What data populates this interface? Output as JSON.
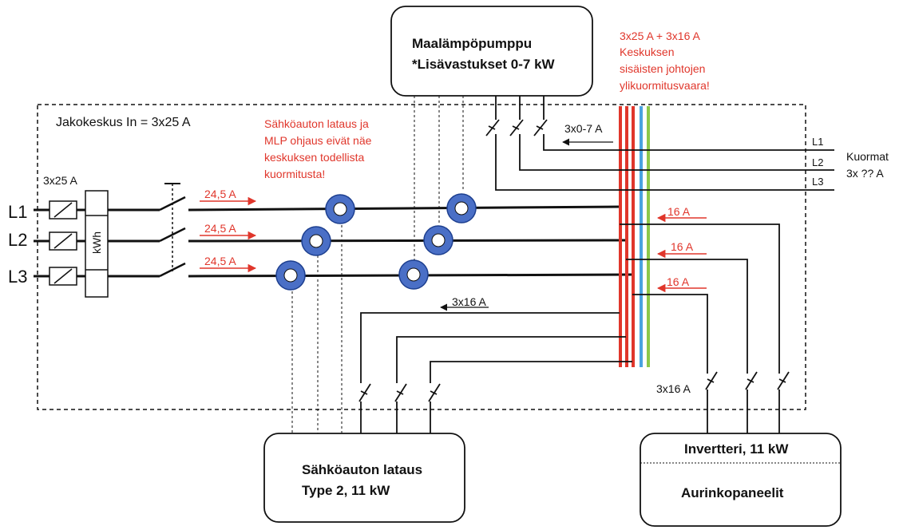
{
  "heat_pump": {
    "line1": "Maalämpöpumppu",
    "line2": "*Lisävastukset 0-7 kW"
  },
  "warning": {
    "line1": "3x25 A + 3x16 A",
    "line2": "Keskuksen",
    "line3": "sisäisten johtojen",
    "line4": "ylikuormitusvaara!"
  },
  "cabinet_label": "Jakokeskus In = 3x25 A",
  "ev_note": {
    "line1": "Sähköauton lataus ja",
    "line2": "MLP ohjaus eivät näe",
    "line3": "keskuksen todellista",
    "line4": "kuormitusta!"
  },
  "main_fuse_label": "3x25 A",
  "meter_label": "kWh",
  "phases": [
    "L1",
    "L2",
    "L3"
  ],
  "phase_currents": [
    "24,5 A",
    "24,5 A",
    "24,5 A"
  ],
  "heat_pump_current": "3x0-7 A",
  "loads": {
    "phase_labels": [
      "L1",
      "L2",
      "L3"
    ],
    "title": "Kuormat",
    "value": "3x ?? A"
  },
  "solar_currents": [
    "16 A",
    "16 A",
    "16 A"
  ],
  "ev_current": "3x16 A",
  "solar_breaker_label": "3x16 A",
  "ev_charger": {
    "line1": "Sähköauton lataus",
    "line2": "Type 2, 11 kW"
  },
  "inverter": {
    "title": "Invertteri, 11 kW",
    "panels": "Aurinkopaneelit"
  },
  "colors": {
    "red": "#e0362b",
    "blue": "#4aa3e0",
    "green": "#8cc84b",
    "ring": "#4a6fc6",
    "line": "#111111"
  }
}
